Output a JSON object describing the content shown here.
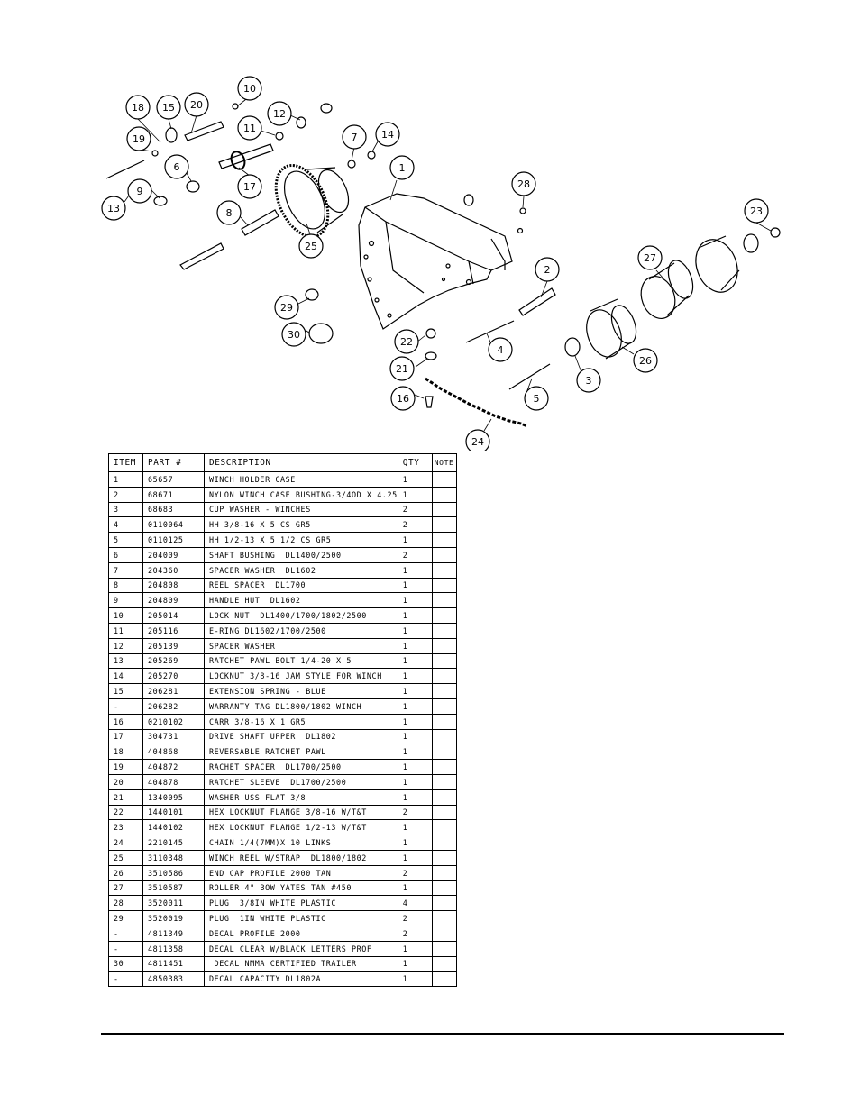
{
  "table": {
    "headers": {
      "item": "ITEM",
      "part": "PART #",
      "description": "DESCRIPTION",
      "qty": "QTY",
      "note": "NOTE"
    },
    "rows": [
      {
        "item": "1",
        "part": "65657",
        "description": "WINCH HOLDER CASE",
        "qty": "1",
        "note": ""
      },
      {
        "item": "2",
        "part": "68671",
        "description": "NYLON WINCH CASE BUSHING-3/4OD X 4.25",
        "qty": "1",
        "note": ""
      },
      {
        "item": "3",
        "part": "68683",
        "description": "CUP WASHER - WINCHES",
        "qty": "2",
        "note": ""
      },
      {
        "item": "4",
        "part": "0110064",
        "description": "HH 3/8-16 X 5 CS GR5",
        "qty": "2",
        "note": ""
      },
      {
        "item": "5",
        "part": "0110125",
        "description": "HH 1/2-13 X 5 1/2 CS GR5",
        "qty": "1",
        "note": ""
      },
      {
        "item": "6",
        "part": "204009",
        "description": "SHAFT BUSHING  DL1400/2500",
        "qty": "2",
        "note": ""
      },
      {
        "item": "7",
        "part": "204360",
        "description": "SPACER WASHER  DL1602",
        "qty": "1",
        "note": ""
      },
      {
        "item": "8",
        "part": "204808",
        "description": "REEL SPACER  DL1700",
        "qty": "1",
        "note": ""
      },
      {
        "item": "9",
        "part": "204809",
        "description": "HANDLE HUT  DL1602",
        "qty": "1",
        "note": ""
      },
      {
        "item": "10",
        "part": "205014",
        "description": "LOCK NUT  DL1400/1700/1802/2500",
        "qty": "1",
        "note": ""
      },
      {
        "item": "11",
        "part": "205116",
        "description": "E-RING DL1602/1700/2500",
        "qty": "1",
        "note": ""
      },
      {
        "item": "12",
        "part": "205139",
        "description": "SPACER WASHER",
        "qty": "1",
        "note": ""
      },
      {
        "item": "13",
        "part": "205269",
        "description": "RATCHET PAWL BOLT 1/4-20 X 5",
        "qty": "1",
        "note": ""
      },
      {
        "item": "14",
        "part": "205270",
        "description": "LOCKNUT 3/8-16 JAM STYLE FOR WINCH",
        "qty": "1",
        "note": ""
      },
      {
        "item": "15",
        "part": "206281",
        "description": "EXTENSION SPRING - BLUE",
        "qty": "1",
        "note": ""
      },
      {
        "item": "-",
        "part": "206282",
        "description": "WARRANTY TAG DL1800/1802 WINCH",
        "qty": "1",
        "note": ""
      },
      {
        "item": "16",
        "part": "0210102",
        "description": "CARR 3/8-16 X 1 GR5",
        "qty": "1",
        "note": ""
      },
      {
        "item": "17",
        "part": "304731",
        "description": "DRIVE SHAFT UPPER  DL1802",
        "qty": "1",
        "note": ""
      },
      {
        "item": "18",
        "part": "404868",
        "description": "REVERSABLE RATCHET PAWL",
        "qty": "1",
        "note": ""
      },
      {
        "item": "19",
        "part": "404872",
        "description": "RACHET SPACER  DL1700/2500",
        "qty": "1",
        "note": ""
      },
      {
        "item": "20",
        "part": "404878",
        "description": "RATCHET SLEEVE  DL1700/2500",
        "qty": "1",
        "note": ""
      },
      {
        "item": "21",
        "part": "1340095",
        "description": "WASHER USS FLAT 3/8",
        "qty": "1",
        "note": ""
      },
      {
        "item": "22",
        "part": "1440101",
        "description": "HEX LOCKNUT FLANGE 3/8-16 W/T&T",
        "qty": "2",
        "note": ""
      },
      {
        "item": "23",
        "part": "1440102",
        "description": "HEX LOCKNUT FLANGE 1/2-13 W/T&T",
        "qty": "1",
        "note": ""
      },
      {
        "item": "24",
        "part": "2210145",
        "description": "CHAIN 1/4(7MM)X 10 LINKS",
        "qty": "1",
        "note": ""
      },
      {
        "item": "25",
        "part": "3110348",
        "description": "WINCH REEL W/STRAP  DL1800/1802",
        "qty": "1",
        "note": ""
      },
      {
        "item": "26",
        "part": "3510586",
        "description": "END CAP PROFILE 2000 TAN",
        "qty": "2",
        "note": ""
      },
      {
        "item": "27",
        "part": "3510587",
        "description": "ROLLER 4\" BOW YATES TAN #450",
        "qty": "1",
        "note": ""
      },
      {
        "item": "28",
        "part": "3520011",
        "description": "PLUG  3/8IN WHITE PLASTIC",
        "qty": "4",
        "note": ""
      },
      {
        "item": "29",
        "part": "3520019",
        "description": "PLUG  1IN WHITE PLASTIC",
        "qty": "2",
        "note": ""
      },
      {
        "item": "-",
        "part": "4811349",
        "description": "DECAL PROFILE 2000",
        "qty": "2",
        "note": ""
      },
      {
        "item": "-",
        "part": "4811358",
        "description": "DECAL CLEAR W/BLACK LETTERS PROF",
        "qty": "1",
        "note": ""
      },
      {
        "item": "30",
        "part": "4811451",
        "description": " DECAL NMMA CERTIFIED TRAILER",
        "qty": "1",
        "note": ""
      },
      {
        "item": "-",
        "part": "4850383",
        "description": "DECAL CAPACITY DL1802A",
        "qty": "1",
        "note": ""
      }
    ]
  },
  "diagram": {
    "callouts": [
      {
        "id": "c10",
        "label": "10"
      },
      {
        "id": "c18",
        "label": "18"
      },
      {
        "id": "c15",
        "label": "15"
      },
      {
        "id": "c20",
        "label": "20"
      },
      {
        "id": "c12",
        "label": "12"
      },
      {
        "id": "c11",
        "label": "11"
      },
      {
        "id": "c7",
        "label": "7"
      },
      {
        "id": "c14",
        "label": "14"
      },
      {
        "id": "c19",
        "label": "19"
      },
      {
        "id": "c6",
        "label": "6"
      },
      {
        "id": "c17",
        "label": "17"
      },
      {
        "id": "c1",
        "label": "1"
      },
      {
        "id": "c13",
        "label": "13"
      },
      {
        "id": "c9",
        "label": "9"
      },
      {
        "id": "c8",
        "label": "8"
      },
      {
        "id": "c25",
        "label": "25"
      },
      {
        "id": "c28",
        "label": "28"
      },
      {
        "id": "c23",
        "label": "23"
      },
      {
        "id": "c27",
        "label": "27"
      },
      {
        "id": "c2",
        "label": "2"
      },
      {
        "id": "c29",
        "label": "29"
      },
      {
        "id": "c30",
        "label": "30"
      },
      {
        "id": "c22",
        "label": "22"
      },
      {
        "id": "c4",
        "label": "4"
      },
      {
        "id": "c21",
        "label": "21"
      },
      {
        "id": "c26",
        "label": "26"
      },
      {
        "id": "c3",
        "label": "3"
      },
      {
        "id": "c16",
        "label": "16"
      },
      {
        "id": "c5",
        "label": "5"
      },
      {
        "id": "c24",
        "label": "24"
      }
    ]
  }
}
